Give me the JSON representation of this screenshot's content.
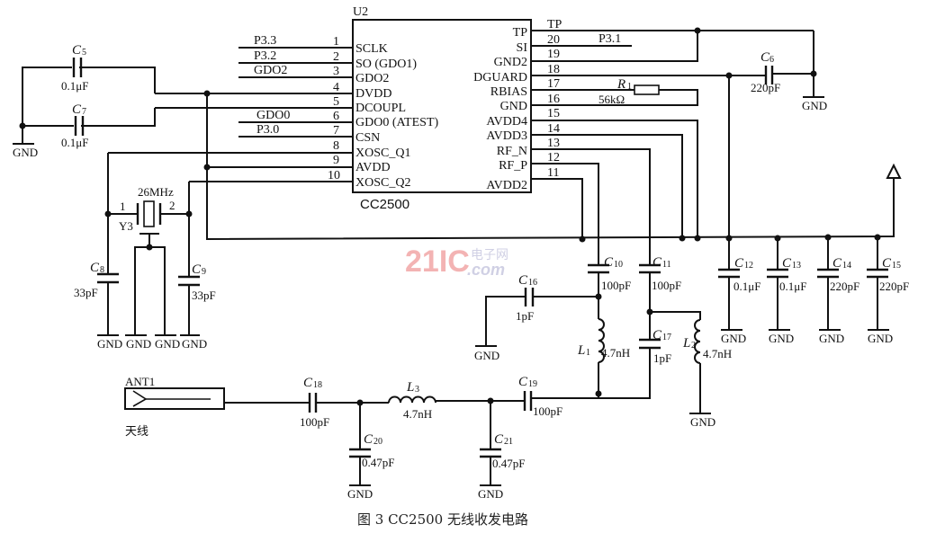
{
  "figure": {
    "caption": "图 3  CC2500 无线收发电路",
    "watermark": {
      "brand": "21IC",
      "cn": "电子网",
      "domain": ".com"
    }
  },
  "chip": {
    "ref": "U2",
    "part": "CC2500",
    "left_pins": [
      {
        "num": "1",
        "name": "SCLK",
        "net": "P3.3"
      },
      {
        "num": "2",
        "name": "SO (GDO1)",
        "net": "P3.2"
      },
      {
        "num": "3",
        "name": "GDO2",
        "net": "GDO2"
      },
      {
        "num": "4",
        "name": "DVDD",
        "net": ""
      },
      {
        "num": "5",
        "name": "DCOUPL",
        "net": ""
      },
      {
        "num": "6",
        "name": "GDO0 (ATEST)",
        "net": "GDO0"
      },
      {
        "num": "7",
        "name": "CSN",
        "net": "P3.0"
      },
      {
        "num": "8",
        "name": "XOSC_Q1",
        "net": ""
      },
      {
        "num": "9",
        "name": "AVDD",
        "net": ""
      },
      {
        "num": "10",
        "name": "XOSC_Q2",
        "net": ""
      }
    ],
    "right_pins": [
      {
        "num": "TP",
        "name": "TP",
        "net": ""
      },
      {
        "num": "20",
        "name": "SI",
        "net": "P3.1"
      },
      {
        "num": "19",
        "name": "GND2",
        "net": ""
      },
      {
        "num": "18",
        "name": "DGUARD",
        "net": ""
      },
      {
        "num": "17",
        "name": "RBIAS",
        "net": ""
      },
      {
        "num": "16",
        "name": "GND",
        "net": ""
      },
      {
        "num": "15",
        "name": "AVDD4",
        "net": ""
      },
      {
        "num": "14",
        "name": "AVDD3",
        "net": ""
      },
      {
        "num": "13",
        "name": "RF_N",
        "net": ""
      },
      {
        "num": "12",
        "name": "RF_P",
        "net": ""
      },
      {
        "num": "11",
        "name": "AVDD2",
        "net": ""
      }
    ]
  },
  "components": {
    "C5": {
      "ref": "C",
      "sub": "5",
      "value": "0.1μF"
    },
    "C7": {
      "ref": "C",
      "sub": "7",
      "value": "0.1μF"
    },
    "C6": {
      "ref": "C",
      "sub": "6",
      "value": "220pF"
    },
    "R1": {
      "ref": "R",
      "sub": "1",
      "value": "56kΩ"
    },
    "Y3": {
      "ref": "Y3",
      "value": "26MHz",
      "pin1": "1",
      "pin2": "2"
    },
    "C8": {
      "ref": "C",
      "sub": "8",
      "value": "33pF"
    },
    "C9": {
      "ref": "C",
      "sub": "9",
      "value": "33pF"
    },
    "C10": {
      "ref": "C",
      "sub": "10",
      "value": "100pF"
    },
    "C11": {
      "ref": "C",
      "sub": "11",
      "value": "100pF"
    },
    "C12": {
      "ref": "C",
      "sub": "12",
      "value": "0.1μF"
    },
    "C13": {
      "ref": "C",
      "sub": "13",
      "value": "0.1μF"
    },
    "C14": {
      "ref": "C",
      "sub": "14",
      "value": "220pF"
    },
    "C15": {
      "ref": "C",
      "sub": "15",
      "value": "220pF"
    },
    "C16": {
      "ref": "C",
      "sub": "16",
      "value": "1pF"
    },
    "C17": {
      "ref": "C",
      "sub": "17",
      "value": "1pF"
    },
    "L1": {
      "ref": "L",
      "sub": "1",
      "value": "4.7nH"
    },
    "L2": {
      "ref": "L",
      "sub": "2",
      "value": "4.7nH"
    },
    "L3": {
      "ref": "L",
      "sub": "3",
      "value": "4.7nH"
    },
    "C18": {
      "ref": "C",
      "sub": "18",
      "value": "100pF"
    },
    "C19": {
      "ref": "C",
      "sub": "19",
      "value": "100pF"
    },
    "C20": {
      "ref": "C",
      "sub": "20",
      "value": "0.47pF"
    },
    "C21": {
      "ref": "C",
      "sub": "21",
      "value": "0.47pF"
    },
    "ANT1": {
      "ref": "ANT1",
      "label": "天线"
    }
  },
  "labels": {
    "gnd": "GND",
    "tp": "TP"
  }
}
